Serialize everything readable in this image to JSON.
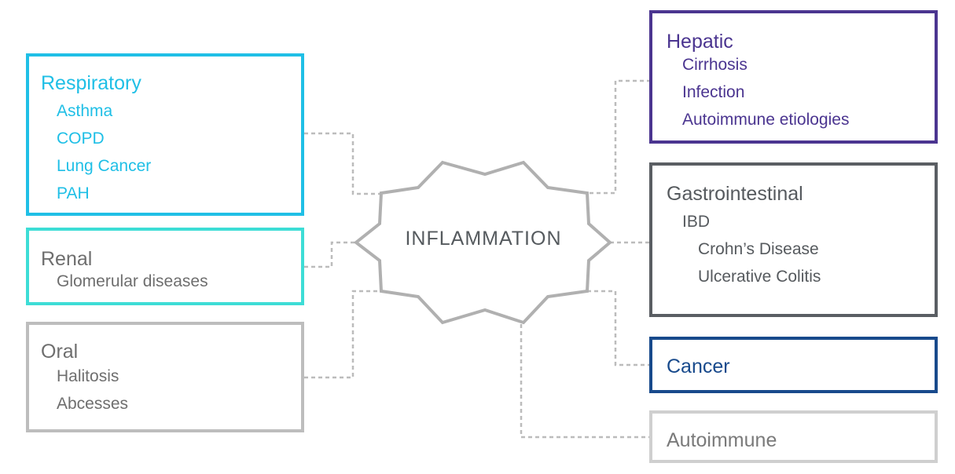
{
  "center": {
    "label": "INFLAMMATION"
  },
  "colors": {
    "respiratory": "#1fbfe6",
    "renal_border": "#3dddd6",
    "gray_text": "#6e6e6e",
    "oral_border": "#bdbdbd",
    "hepatic": "#4b3590",
    "gastro_border": "#5a5e63",
    "gastro_text": "#565a5e",
    "cancer": "#184a8c",
    "autoimmune_border": "#cfcfcf",
    "autoimmune_text": "#7a7a7a",
    "connector": "#bcbcbc",
    "star": "#b0b0b0"
  },
  "boxes": {
    "respiratory": {
      "title": "Respiratory",
      "items": [
        "Asthma",
        "COPD",
        "Lung Cancer",
        "PAH"
      ]
    },
    "renal": {
      "title": "Renal",
      "items": [
        "Glomerular diseases"
      ]
    },
    "oral": {
      "title": "Oral",
      "items": [
        "Halitosis",
        "Abcesses"
      ]
    },
    "hepatic": {
      "title": "Hepatic",
      "items": [
        "Cirrhosis",
        "Infection",
        "Autoimmune etiologies"
      ]
    },
    "gastro": {
      "title": "Gastrointestinal",
      "items": [
        "IBD",
        "Crohn’s Disease",
        "Ulcerative Colitis"
      ]
    },
    "cancer": {
      "title": "Cancer"
    },
    "autoimmune": {
      "title": "Autoimmune"
    }
  }
}
